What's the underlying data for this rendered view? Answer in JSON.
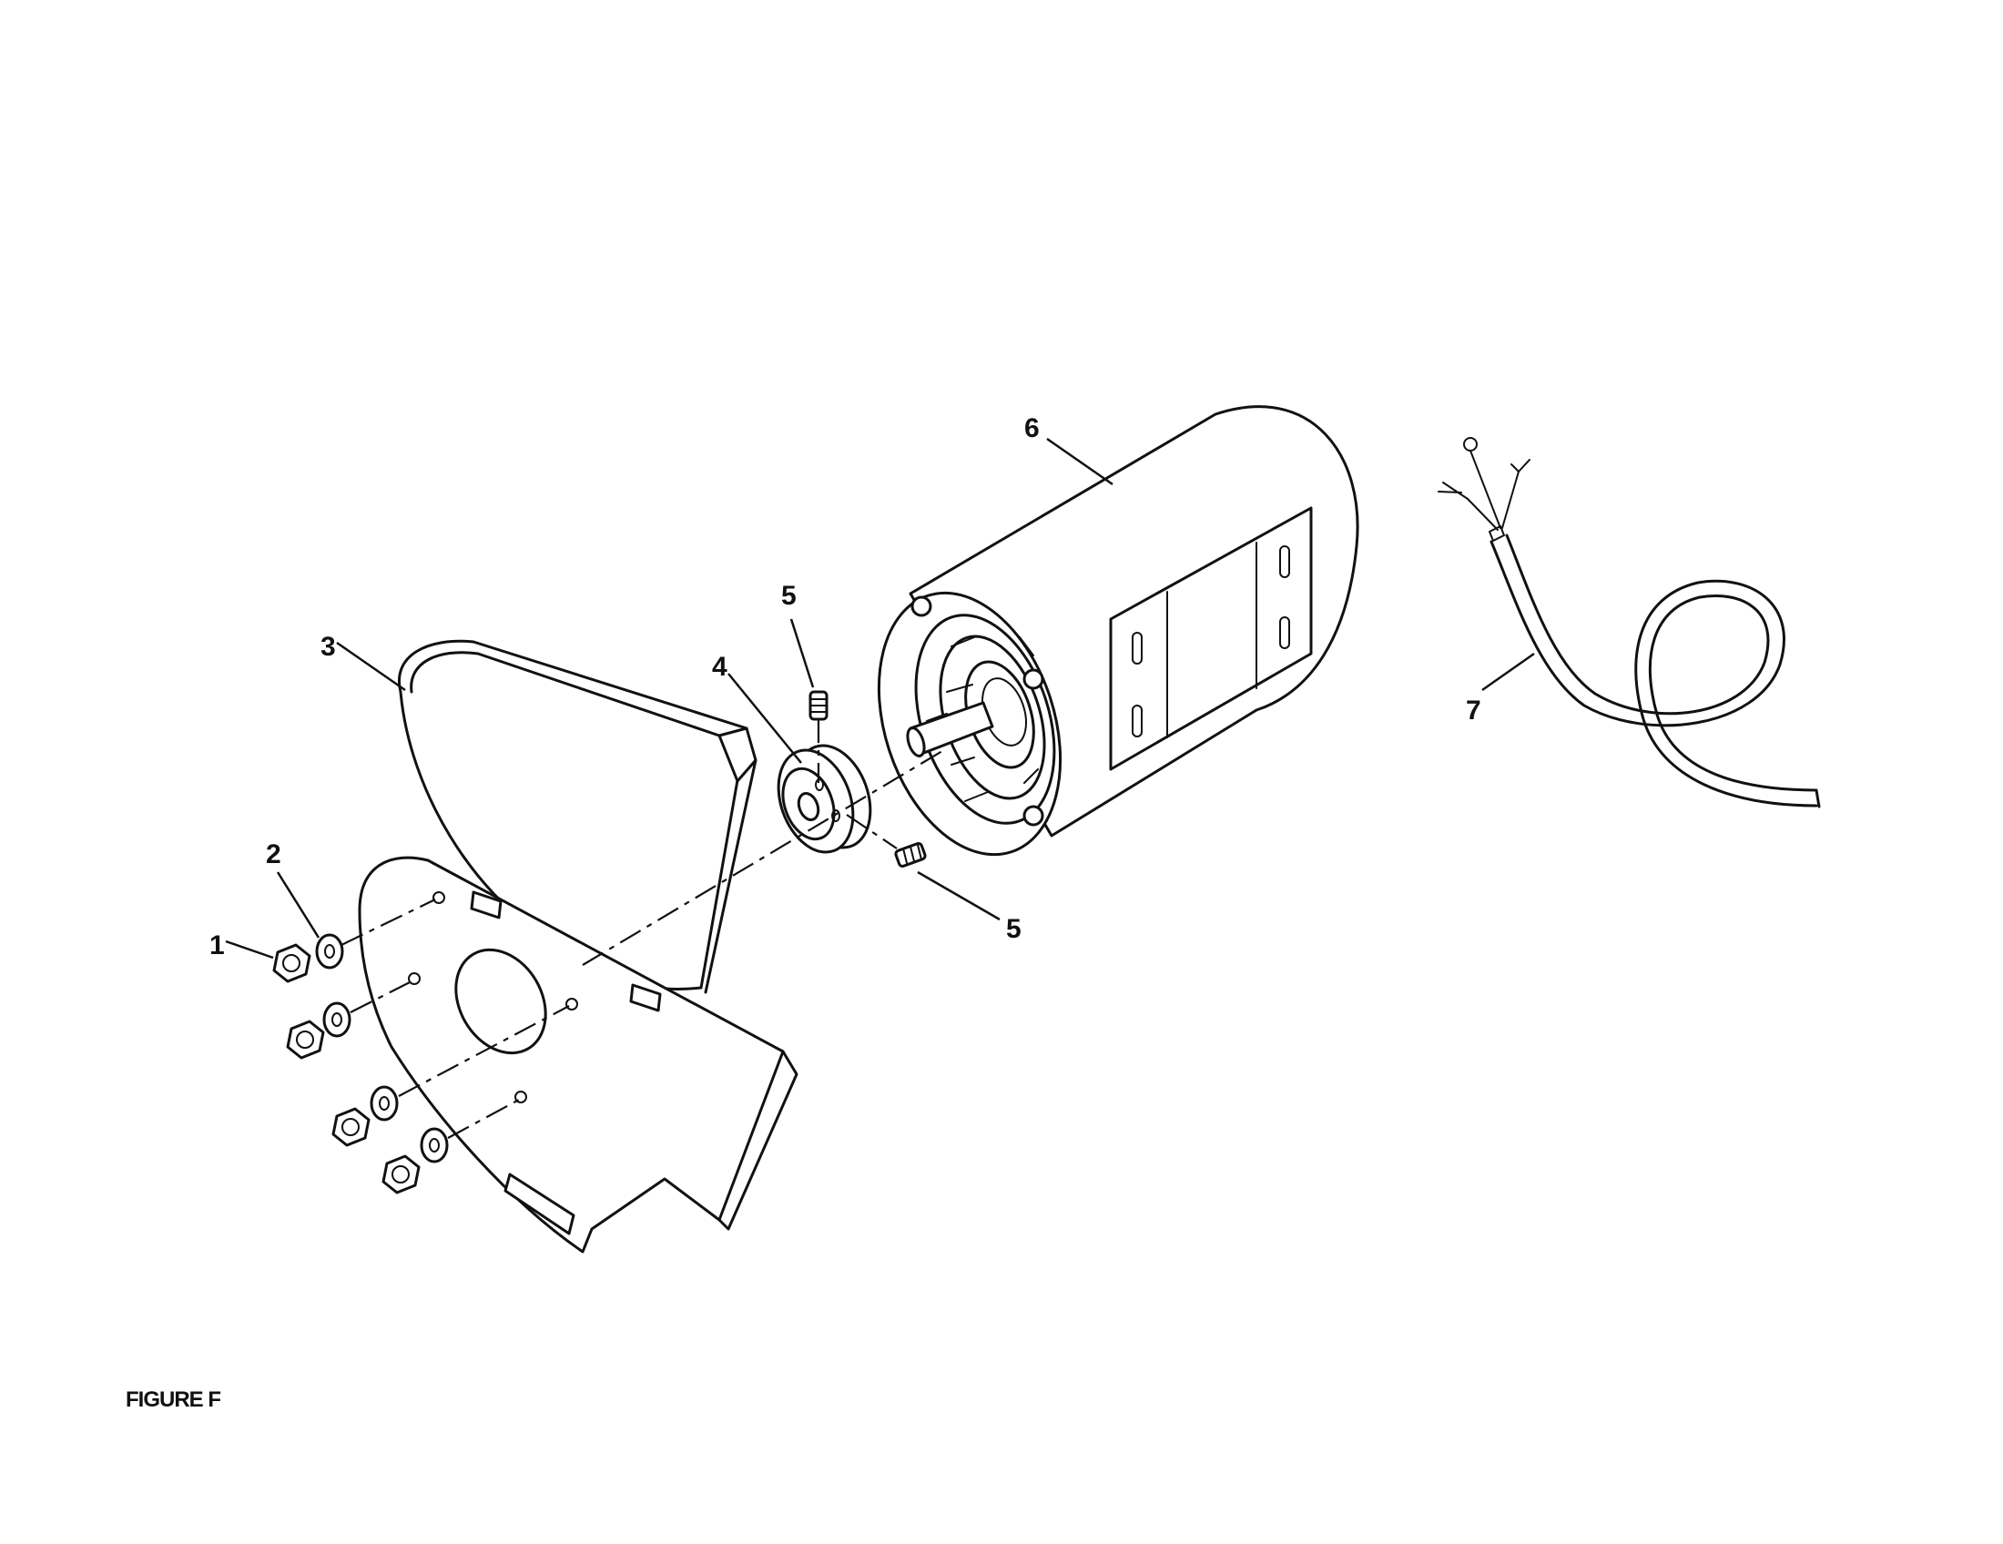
{
  "figure_caption": "FIGURE F",
  "callouts": {
    "c1": "1",
    "c2": "2",
    "c3": "3",
    "c4": "4",
    "c5a": "5",
    "c5b": "5",
    "c6": "6",
    "c7": "7"
  }
}
